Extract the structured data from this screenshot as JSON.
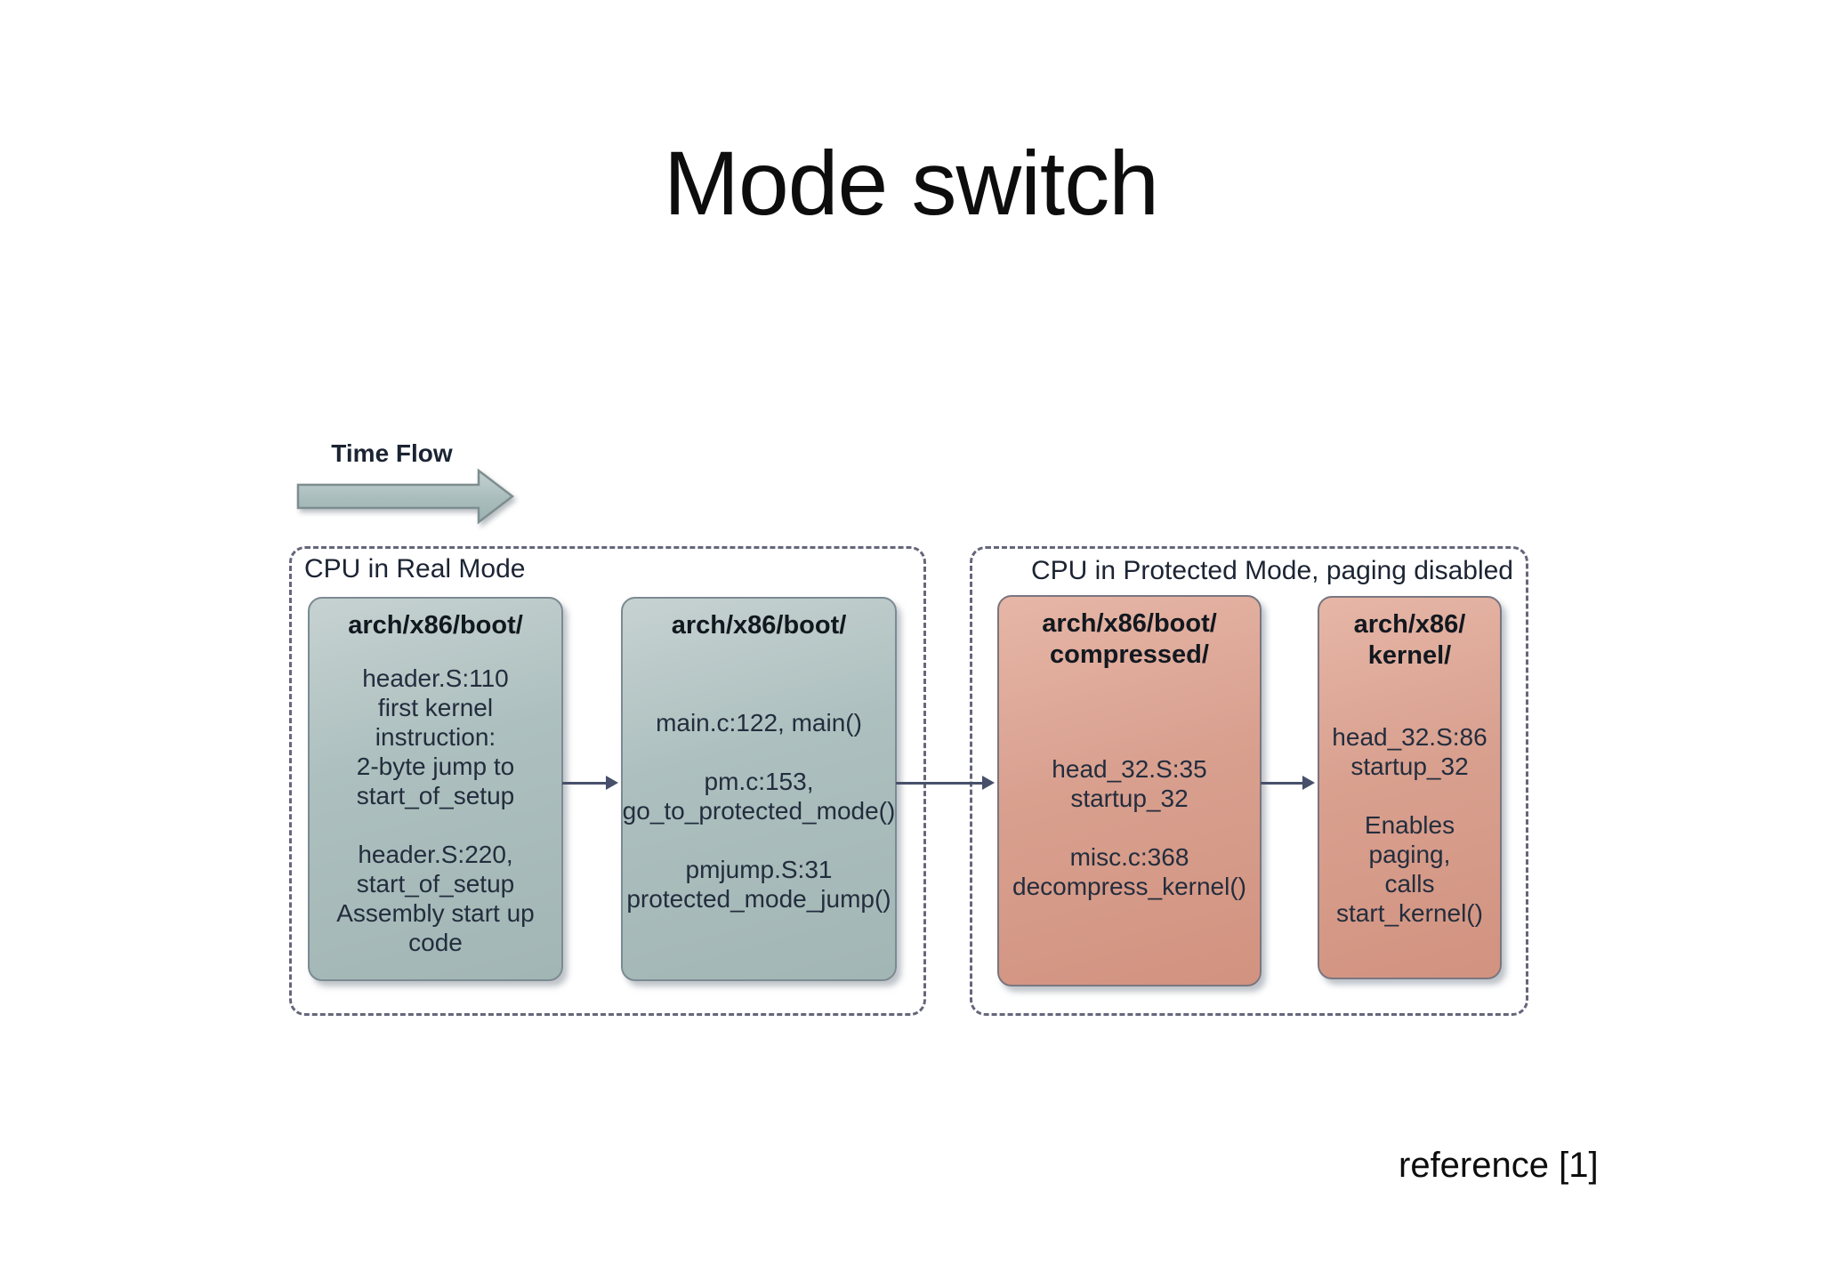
{
  "slide": {
    "title": "Mode switch",
    "reference": "reference [1]"
  },
  "time_flow": {
    "label": "Time Flow"
  },
  "groups": [
    {
      "label": "CPU in Real Mode",
      "boxes": [
        {
          "title": "arch/x86/boot/",
          "body": "header.S:110\nfirst kernel\ninstruction:\n2-byte jump to\nstart_of_setup\n\nheader.S:220,\nstart_of_setup\nAssembly start up\ncode"
        },
        {
          "title": "arch/x86/boot/",
          "body": "main.c:122, main()\n\npm.c:153,\ngo_to_protected_mode()\n\npmjump.S:31\nprotected_mode_jump()"
        }
      ]
    },
    {
      "label": "CPU in Protected Mode, paging disabled",
      "boxes": [
        {
          "title": "arch/x86/boot/\ncompressed/",
          "body": "head_32.S:35\nstartup_32\n\nmisc.c:368\ndecompress_kernel()"
        },
        {
          "title": "arch/x86/\nkernel/",
          "body": "head_32.S:86\nstartup_32\n\nEnables\npaging,\ncalls\nstart_kernel()"
        }
      ]
    }
  ],
  "icons": {
    "time_flow_arrow": "right-arrow",
    "flow_connector": "right-arrow"
  },
  "colors": {
    "background": "#ffffff",
    "real_mode_box_fill": "#a9bcbb",
    "protected_mode_box_fill": "#d89c8c",
    "box_border": "#7c8a92",
    "dashed_border": "#65667a",
    "connector_arrow": "#47506a",
    "text": "#232d3d",
    "title_text": "#0d0d0d"
  }
}
